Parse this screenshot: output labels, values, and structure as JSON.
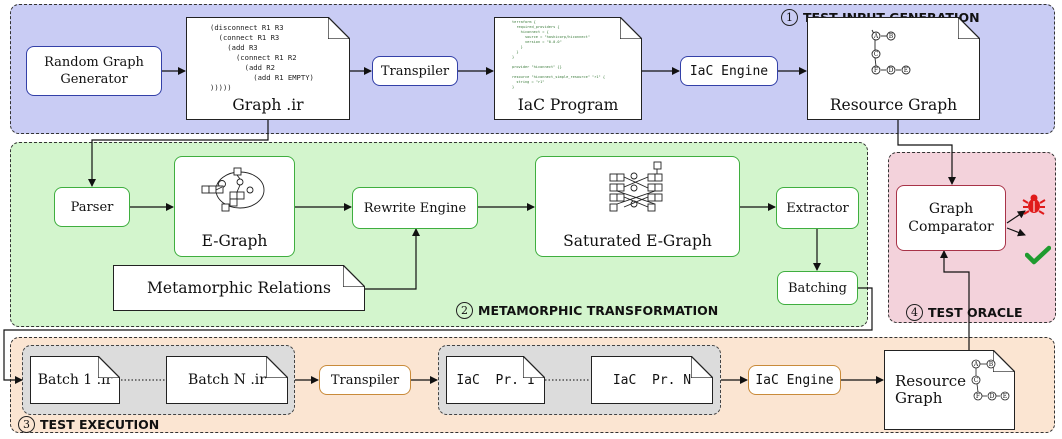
{
  "stages": {
    "input": {
      "num": "1",
      "title": "TEST INPUT GENERATION"
    },
    "transform": {
      "num": "2",
      "title": "METAMORPHIC TRANSFORMATION"
    },
    "execution": {
      "num": "3",
      "title": "TEST EXECUTION"
    },
    "oracle": {
      "num": "4",
      "title": "TEST ORACLE"
    }
  },
  "nodes": {
    "random_graph_generator": "Random Graph\nGenerator",
    "graph_ir_doc": "Graph .ir",
    "graph_ir_code": "(disconnect R1 R3\n  (connect R1 R3\n    (add R3\n      (connect R1 R2\n        (add R2\n          (add R1 EMPTY)\n)))))",
    "transpiler_1": "Transpiler",
    "iac_program": "IaC Program",
    "iac_program_code": "terraform {\n  required_providers {\n    hiconnect = {\n      source = \"hashicorp/hiconnect\"\n      version = \"0.0.0\"\n    }\n  }\n}\n\nprovider \"hiconnect\" {}\n\nresource \"hiconnect_simple_resource\" \"r1\" {\n  string = \"r1\"\n}",
    "iac_engine_1": "IaC Engine",
    "resource_graph_1": "Resource Graph",
    "parser": "Parser",
    "egraph": "E-Graph",
    "rewrite_engine": "Rewrite Engine",
    "saturated_egraph": "Saturated E-Graph",
    "extractor": "Extractor",
    "metamorphic_relations": "Metamorphic Relations",
    "batching": "Batching",
    "batch_1": "Batch 1 .ir",
    "batch_n": "Batch N .ir",
    "transpiler_2": "Transpiler",
    "iac_pr_1": "IaC  Pr. 1",
    "iac_pr_n": "IaC  Pr. N",
    "iac_engine_2": "IaC Engine",
    "resource_graph_2": "Resource\nGraph",
    "graph_comparator": "Graph\nComparator"
  },
  "mini_graph_labels": [
    "A",
    "B",
    "C",
    "D",
    "E",
    "F"
  ],
  "outcome_icons": {
    "fail": "bug-icon",
    "pass": "check-icon"
  },
  "colors": {
    "input_fill": "#c9ccf4",
    "transform_fill": "#d3f5cd",
    "execution_fill": "#fbe5d2",
    "oracle_fill": "#f3d2db",
    "bug_red": "#e01b1b",
    "check_green": "#1f9b2f"
  }
}
